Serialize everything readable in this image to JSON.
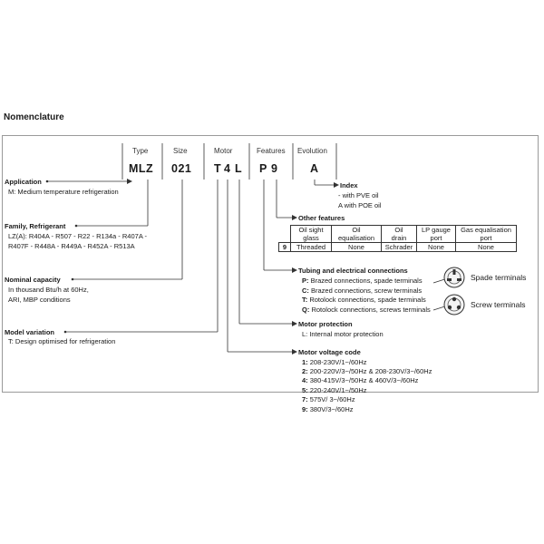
{
  "title": "Nomenclature",
  "headers": [
    "Type",
    "Size",
    "Motor",
    "Features",
    "Evolution"
  ],
  "codes": [
    "MLZ",
    "021",
    "T",
    "4",
    "L",
    "P",
    "9",
    "A"
  ],
  "left": {
    "application": {
      "title": "Application",
      "desc": "M: Medium temperature refrigeration"
    },
    "family": {
      "title": "Family, Refrigerant",
      "lines": [
        "LZ(A): R404A - R507 - R22 - R134a - R407A -",
        "R407F - R448A - R449A - R452A - R513A"
      ]
    },
    "capacity": {
      "title": "Nominal capacity",
      "lines": [
        "In thousand Btu/h at 60Hz,",
        "ARI, MBP conditions"
      ]
    },
    "model": {
      "title": "Model variation",
      "desc": "T: Design optimised for refrigeration"
    }
  },
  "right": {
    "index": {
      "title": "Index",
      "lines": [
        "- with PVE oil",
        "A with POE oil"
      ]
    },
    "other": {
      "title": "Other features",
      "headers": [
        [
          "Oil sight",
          "glass"
        ],
        [
          "Oil",
          "equalisation"
        ],
        [
          "Oil",
          "drain"
        ],
        [
          "LP gauge",
          "port"
        ],
        [
          "Gas equalisation",
          "port"
        ]
      ],
      "row_code": "9",
      "row": [
        "Threaded",
        "None",
        "Schrader",
        "None",
        "None"
      ]
    },
    "tubing": {
      "title": "Tubing and electrical connections",
      "items": [
        {
          "code": "P:",
          "text": "Brazed connections, spade terminals"
        },
        {
          "code": "C:",
          "text": "Brazed connections, screw terminals"
        },
        {
          "code": "T:",
          "text": "Rotolock connections, spade terminals"
        },
        {
          "code": "Q:",
          "text": "Rotolock connections, screws terminals"
        }
      ],
      "spade_label": "Spade terminals",
      "screw_label": "Screw terminals"
    },
    "protection": {
      "title": "Motor protection",
      "desc": "L: Internal motor protection"
    },
    "voltage": {
      "title": "Motor voltage code",
      "items": [
        {
          "code": "1:",
          "text": "208-230V/1~/60Hz"
        },
        {
          "code": "2:",
          "text": "200-220V/3~/50Hz & 208-230V/3~/60Hz"
        },
        {
          "code": "4:",
          "text": "380-415V/3~/50Hz & 460V/3~/60Hz"
        },
        {
          "code": "5:",
          "text": "220-240V/1~/50Hz"
        },
        {
          "code": "7:",
          "text": "575V/ 3~/60Hz"
        },
        {
          "code": "9:",
          "text": "380V/3~/60Hz"
        }
      ]
    }
  },
  "colors": {
    "line": "#333333",
    "frame": "#9a9a9a"
  }
}
